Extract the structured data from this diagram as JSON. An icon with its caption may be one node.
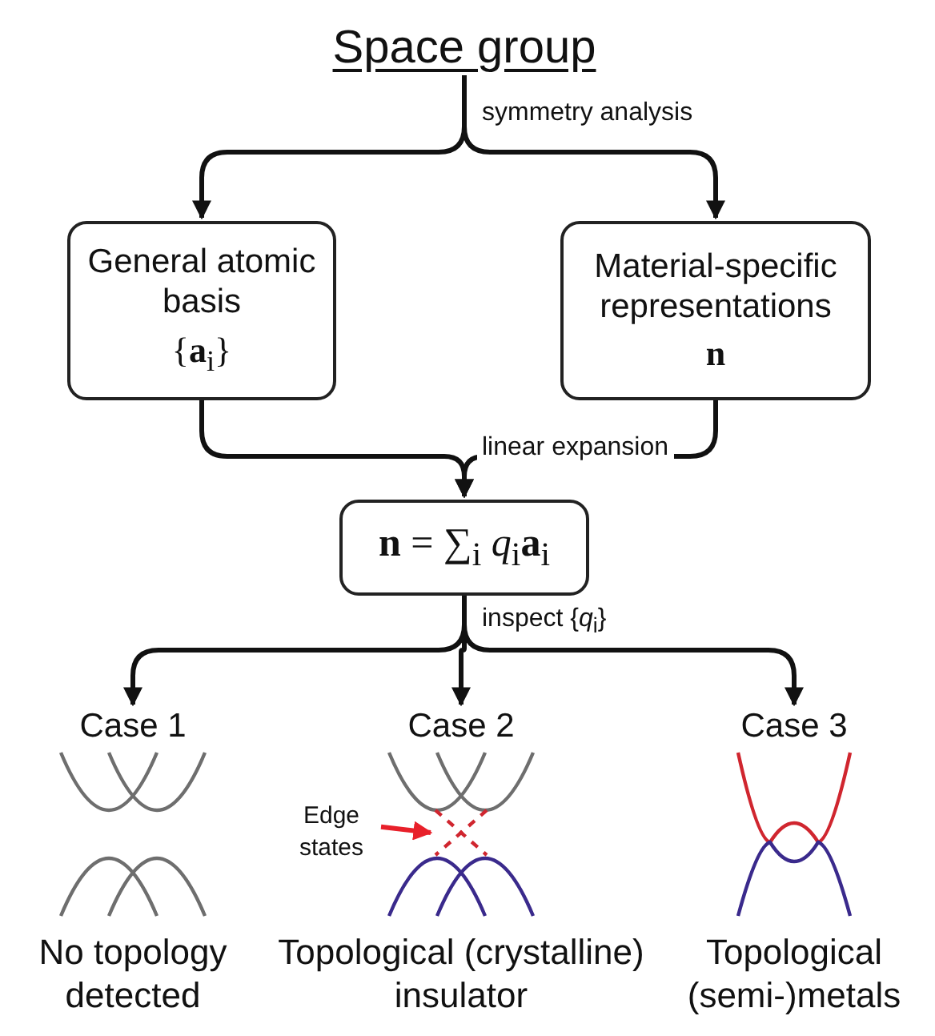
{
  "diagram": {
    "nodes": [
      {
        "text": [
          "Space group"
        ]
      },
      {
        "text": [
          "General atomic basis",
          "{**a**$_{i}$}"
        ]
      },
      {
        "text": [
          "Material-specific representations",
          "**n**"
        ]
      },
      {
        "text": [
          "**n** = ∑$_{i}$ *q*$_{i}$**a**$_{i}$"
        ]
      },
      {
        "text": [
          "Case 1",
          "No topology detected"
        ]
      },
      {
        "text": [
          "Case 2",
          "Topological (crystalline) insulator"
        ]
      },
      {
        "text": [
          "Case 3",
          "Topological (semi-)metals"
        ]
      },
      {
        "text": [
          "Edge states"
        ],
        "in": 5
      },
      {
        "text": [],
        "shape": "picture",
        "in": 5
      }
    ],
    "edges": [
      {
        "from": 0,
        "to": 1,
        "arrow": "to",
        "label": "symmetry analysis"
      },
      {
        "from": 0,
        "to": 2,
        "arrow": "to"
      },
      {
        "from": 1,
        "to": 3,
        "arrow": "to",
        "label": "linear expansion"
      },
      {
        "from": 2,
        "to": 3,
        "arrow": "to"
      },
      {
        "from": 3,
        "to": 4,
        "arrow": "to"
      },
      {
        "from": 3,
        "to": 5,
        "arrow": "to",
        "label": "inspect {*q*$_{i}$}"
      },
      {
        "from": 3,
        "to": 6,
        "arrow": "to"
      },
      {
        "from": 7,
        "to": 8,
        "arrow": "to",
        "color": "#e8202a"
      }
    ]
  }
}
